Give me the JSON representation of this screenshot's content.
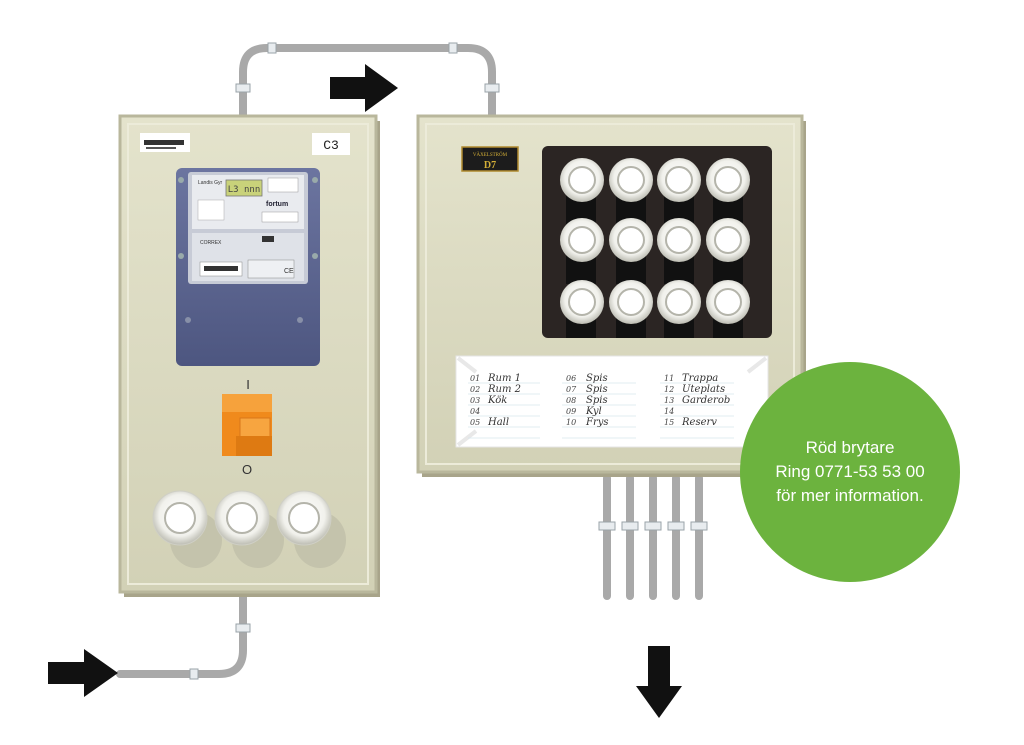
{
  "meter_panel": {
    "tag": "C3"
  },
  "meter": {
    "brand": "Landis Gyr",
    "utility": "fortum",
    "display": "L3 nnn",
    "module_brand": "CORREX",
    "ce_mark": "CE"
  },
  "switch": {
    "on_mark": "I",
    "off_mark": "O"
  },
  "fuse_panel": {
    "plate_top": "VÄXELSTRÖM",
    "plate_code": "D7"
  },
  "circuits": [
    {
      "num": "01",
      "name": "Rum 1"
    },
    {
      "num": "02",
      "name": "Rum 2"
    },
    {
      "num": "03",
      "name": "Kök"
    },
    {
      "num": "04",
      "name": ""
    },
    {
      "num": "05",
      "name": "Hall"
    },
    {
      "num": "06",
      "name": "Spis"
    },
    {
      "num": "07",
      "name": "Spis"
    },
    {
      "num": "08",
      "name": "Spis"
    },
    {
      "num": "09",
      "name": "Kyl"
    },
    {
      "num": "10",
      "name": "Frys"
    },
    {
      "num": "11",
      "name": "Trappa"
    },
    {
      "num": "12",
      "name": "Uteplats"
    },
    {
      "num": "13",
      "name": "Garderob"
    },
    {
      "num": "14",
      "name": ""
    },
    {
      "num": "15",
      "name": "Reserv"
    }
  ],
  "info": {
    "line1": "Röd brytare",
    "line2": "Ring 0771-53 53 00",
    "line3": "för mer information."
  },
  "colors": {
    "panel": "#dbdac2",
    "info_green": "#6cb33e",
    "switch_orange": "#f08a1c",
    "meter_blue": "#5e6790"
  }
}
